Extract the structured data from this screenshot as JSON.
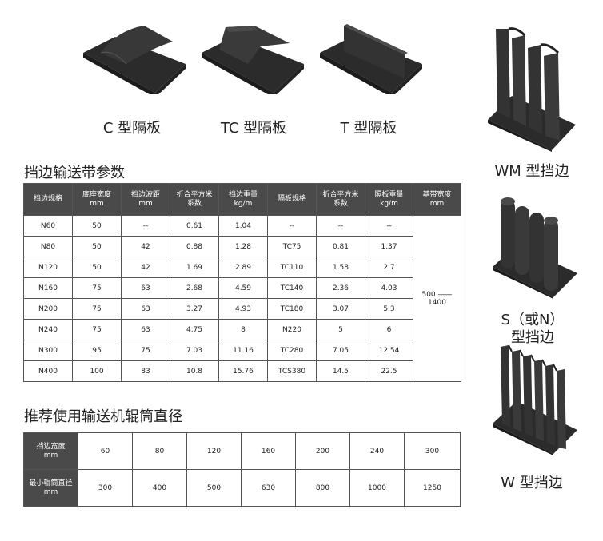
{
  "captions": {
    "c_type": "C 型隔板",
    "tc_type": "TC 型隔板",
    "t_type": "T 型隔板",
    "wm_type": "WM 型挡边",
    "s_type_line1": "S（或N）",
    "s_type_line2": "型挡边",
    "w_type": "W 型挡边"
  },
  "params_title": "挡边输送带参数",
  "params_table": {
    "headers": [
      [
        "挡边规格",
        ""
      ],
      [
        "底座宽度",
        "mm"
      ],
      [
        "挡边波距",
        "mm"
      ],
      [
        "折合平方米",
        "系数"
      ],
      [
        "挡边重量",
        "kg/m"
      ],
      [
        "隔板规格",
        ""
      ],
      [
        "折合平方米",
        "系数"
      ],
      [
        "隔板重量",
        "kg/m"
      ],
      [
        "基带宽度",
        "mm"
      ]
    ],
    "rows": [
      [
        "N60",
        "50",
        "--",
        "0.61",
        "1.04",
        "--",
        "--",
        "--"
      ],
      [
        "N80",
        "50",
        "42",
        "0.88",
        "1.28",
        "TC75",
        "0.81",
        "1.37"
      ],
      [
        "N120",
        "50",
        "42",
        "1.69",
        "2.89",
        "TC110",
        "1.58",
        "2.7"
      ],
      [
        "N160",
        "75",
        "63",
        "2.68",
        "4.59",
        "TC140",
        "2.36",
        "4.03"
      ],
      [
        "N200",
        "75",
        "63",
        "3.27",
        "4.93",
        "TC180",
        "3.07",
        "5.3"
      ],
      [
        "N240",
        "75",
        "63",
        "4.75",
        "8",
        "N220",
        "5",
        "6"
      ],
      [
        "N300",
        "95",
        "75",
        "7.03",
        "11.16",
        "TC280",
        "7.05",
        "12.54"
      ],
      [
        "N400",
        "100",
        "83",
        "10.8",
        "15.76",
        "TCS380",
        "14.5",
        "22.5"
      ]
    ],
    "base_width": "500 ——1400"
  },
  "roller_title": "推荐使用输送机辊筒直径",
  "roller_table": {
    "row1_head": [
      "挡边宽度",
      "mm"
    ],
    "row1": [
      "60",
      "80",
      "120",
      "160",
      "200",
      "240",
      "300"
    ],
    "row2_head": [
      "最小辊筒直径",
      "mm"
    ],
    "row2": [
      "300",
      "400",
      "500",
      "630",
      "800",
      "1000",
      "1250"
    ]
  },
  "colors": {
    "header_bg": "#4a4a4a",
    "rubber": "#2f2f2f"
  }
}
